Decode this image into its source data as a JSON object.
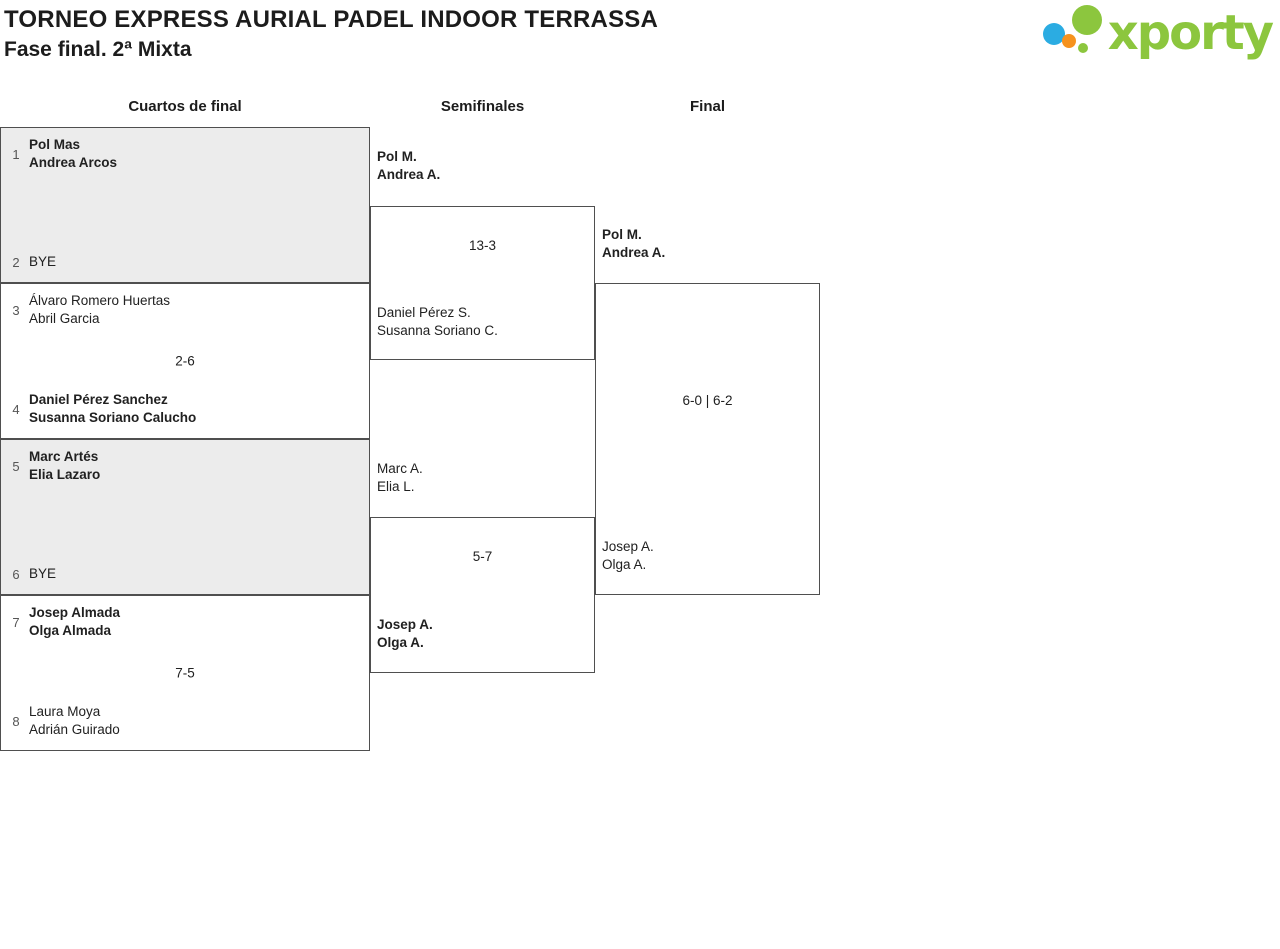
{
  "header": {
    "title": "TORNEO EXPRESS AURIAL PADEL INDOOR TERRASSA",
    "subtitle": "Fase final. 2ª Mixta",
    "logo_text": "xporty"
  },
  "brand": {
    "green": "#8cc63e",
    "blue": "#2bace2",
    "orange": "#f6921e"
  },
  "round_headers": [
    "Cuartos de final",
    "Semifinales",
    "Final"
  ],
  "bracket": {
    "quarterfinals": [
      {
        "top_seed": "1",
        "top_line1": "Pol Mas",
        "top_line2": "Andrea Arcos",
        "bottom_seed": "2",
        "bottom_line1": "BYE",
        "bottom_line2": "",
        "score": ""
      },
      {
        "top_seed": "3",
        "top_line1": "Álvaro Romero Huertas",
        "top_line2": "Abril Garcia",
        "bottom_seed": "4",
        "bottom_line1": "Daniel Pérez Sanchez",
        "bottom_line2": "Susanna Soriano Calucho",
        "score": "2-6"
      },
      {
        "top_seed": "5",
        "top_line1": "Marc Artés",
        "top_line2": "Elia Lazaro",
        "bottom_seed": "6",
        "bottom_line1": "BYE",
        "bottom_line2": "",
        "score": ""
      },
      {
        "top_seed": "7",
        "top_line1": "Josep Almada",
        "top_line2": "Olga Almada",
        "bottom_seed": "8",
        "bottom_line1": "Laura Moya",
        "bottom_line2": "Adrián Guirado",
        "score": "7-5"
      }
    ],
    "semifinals": [
      {
        "top_line1": "Pol M.",
        "top_line2": "Andrea A.",
        "bottom_line1": "Daniel Pérez S.",
        "bottom_line2": "Susanna Soriano C.",
        "score": "13-3"
      },
      {
        "top_line1": "Marc A.",
        "top_line2": "Elia L.",
        "bottom_line1": "Josep A.",
        "bottom_line2": "Olga A.",
        "score": "5-7"
      }
    ],
    "final": {
      "top_line1": "Pol M.",
      "top_line2": "Andrea A.",
      "bottom_line1": "Josep A.",
      "bottom_line2": "Olga A.",
      "score": "6-0 | 6-2"
    }
  }
}
